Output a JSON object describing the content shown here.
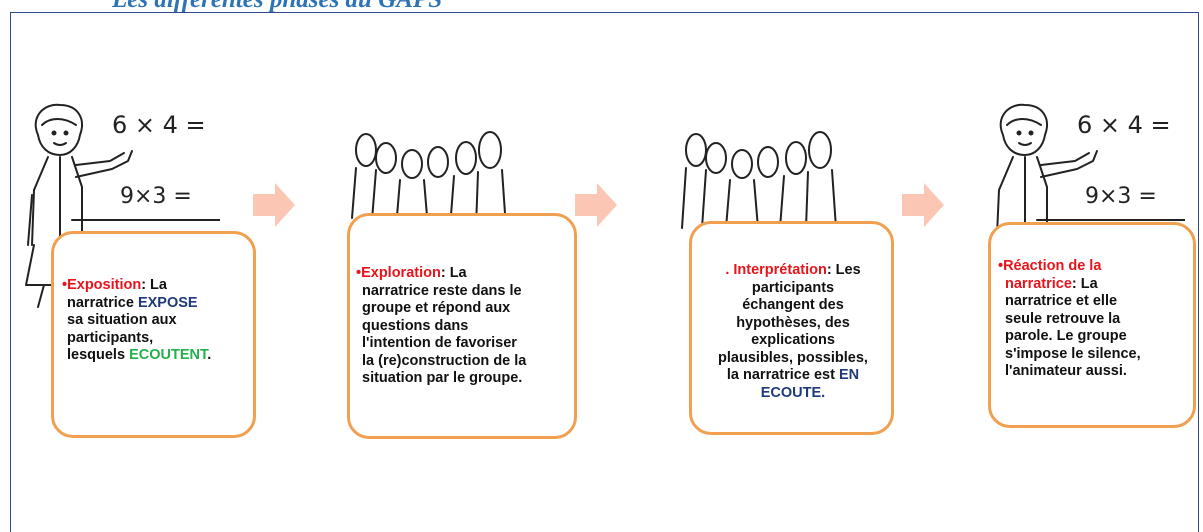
{
  "header": {
    "title": "Les différentes phases du GAPS"
  },
  "colors": {
    "frame": "#2f4b8a",
    "arrow": "#fbc7b4",
    "box_border": "#f0a050",
    "label_red": "#e8141c",
    "label_navy": "#1f3a7a",
    "label_green": "#22b14c"
  },
  "illustrations": {
    "board_line1": "6 × 4 =",
    "board_line2": "9×3 ="
  },
  "steps": [
    {
      "bullet": "•",
      "label": "Exposition",
      "lines": [
        [
          {
            "t": ": La"
          }
        ],
        [
          {
            "t": "narratrice "
          },
          {
            "t": "EXPOSE"
          }
        ],
        [
          {
            "t": "sa situation aux"
          }
        ],
        [
          {
            "t": "participants,"
          }
        ],
        [
          {
            "t": "lesquels "
          },
          {
            "t": "ECOUTENT"
          },
          {
            "t": "."
          }
        ]
      ]
    },
    {
      "bullet": "•",
      "label": "Exploration",
      "lines": [
        ": La",
        "narratrice reste dans le",
        "groupe et répond aux",
        "questions  dans",
        "l'intention de favoriser",
        "la (re)construction de la",
        "situation par le groupe."
      ]
    },
    {
      "bullet": ". ",
      "label": "Interprétation",
      "lines": [
        ": Les",
        "participants",
        "échangent des",
        "hypothèses, des",
        "explications",
        "plausibles, possibles,",
        "la narratrice est ",
        "EN",
        "ECOUTE."
      ]
    },
    {
      "bullet": "•",
      "label_line1": "Réaction de la",
      "label_line2": "narratrice",
      "lines": [
        ": La",
        "narratrice et elle",
        "seule retrouve la",
        "parole. Le groupe",
        "s'impose le silence,",
        "l'animateur aussi."
      ]
    }
  ]
}
